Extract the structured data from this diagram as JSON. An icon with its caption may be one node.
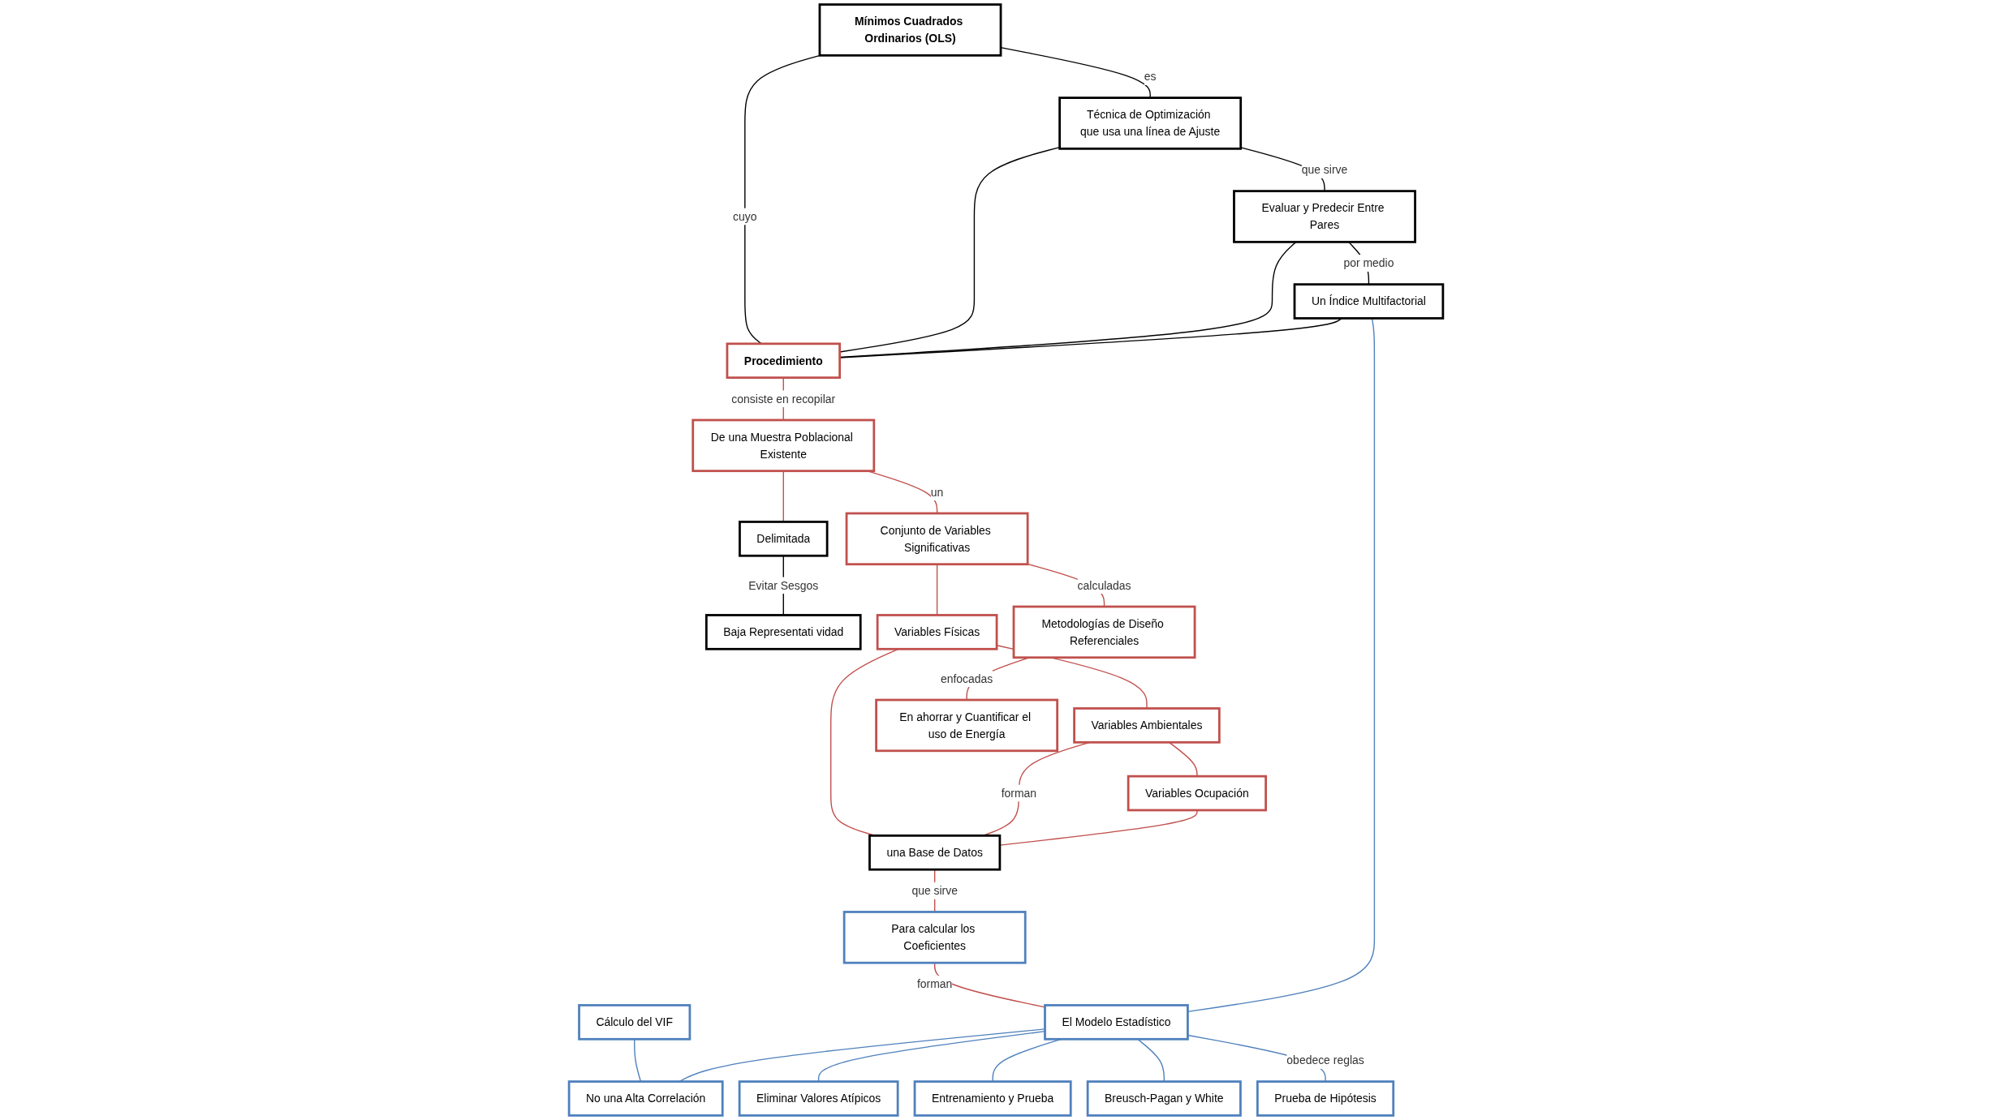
{
  "diagram": {
    "nodes": [
      {
        "text": [
          "Mínimos Cuadrados Ordinarios (OLS)"
        ]
      },
      {
        "text": [
          "Técnica de Optimización que usa una línea de Ajuste"
        ]
      },
      {
        "text": [
          "Evaluar y Predecir Entre Pares"
        ]
      },
      {
        "text": [
          "Un Índice Multifactorial"
        ]
      },
      {
        "text": [
          "Procedimiento"
        ]
      },
      {
        "text": [
          "De una Muestra Poblacional Existente"
        ]
      },
      {
        "text": [
          "Delimitada"
        ]
      },
      {
        "text": [
          "Baja Representati vidad"
        ]
      },
      {
        "text": [
          "Conjunto de Variables Significativas"
        ]
      },
      {
        "text": [
          "Variables Físicas"
        ]
      },
      {
        "text": [
          "Variables Ambientales"
        ]
      },
      {
        "text": [
          "Variables Ocupación"
        ]
      },
      {
        "text": [
          "Metodologías de Diseño Referenciales"
        ]
      },
      {
        "text": [
          "En ahorrar y Cuantificar el uso de Energía"
        ]
      },
      {
        "text": [
          "una Base de Datos"
        ]
      },
      {
        "text": [
          "Para calcular los Coeficientes"
        ]
      },
      {
        "text": [
          "El Modelo Estadístico"
        ]
      },
      {
        "text": [
          "Cálculo del VIF"
        ]
      },
      {
        "text": [
          "No una Alta Correlación"
        ]
      },
      {
        "text": [
          "Eliminar Valores Atípicos"
        ]
      },
      {
        "text": [
          "Entrenamiento y Prueba"
        ]
      },
      {
        "text": [
          "Breusch-Pagan y White"
        ]
      },
      {
        "text": [
          "Prueba de Hipótesis"
        ]
      }
    ],
    "edges": [
      {
        "from": 0,
        "to": 1,
        "arrow": "none",
        "label": "es",
        "color": "#000000"
      },
      {
        "from": 1,
        "to": 2,
        "arrow": "none",
        "label": "que sirve",
        "color": "#000000"
      },
      {
        "from": 2,
        "to": 3,
        "arrow": "none",
        "label": "por medio",
        "color": "#000000"
      },
      {
        "from": 0,
        "to": 4,
        "arrow": "none",
        "label": "cuyo",
        "color": "#000000"
      },
      {
        "from": 1,
        "to": 4,
        "arrow": "none",
        "color": "#000000"
      },
      {
        "from": 2,
        "to": 4,
        "arrow": "none",
        "color": "#000000"
      },
      {
        "from": 3,
        "to": 4,
        "arrow": "none",
        "color": "#000000"
      },
      {
        "from": 4,
        "to": 5,
        "arrow": "none",
        "label": "consiste en recopilar"
      },
      {
        "from": 5,
        "to": 6,
        "arrow": "none"
      },
      {
        "from": 6,
        "to": 7,
        "arrow": "none",
        "label": "Evitar Sesgos",
        "color": "#000000"
      },
      {
        "from": 5,
        "to": 8,
        "arrow": "none",
        "label": "un"
      },
      {
        "from": 8,
        "to": 9,
        "arrow": "none"
      },
      {
        "from": 9,
        "to": 10,
        "arrow": "none"
      },
      {
        "from": 10,
        "to": 11,
        "arrow": "none"
      },
      {
        "from": 8,
        "to": 12,
        "arrow": "none",
        "label": "calculadas"
      },
      {
        "from": 12,
        "to": 13,
        "arrow": "none",
        "label": "enfocadas"
      },
      {
        "from": 9,
        "to": 14,
        "arrow": "none"
      },
      {
        "from": 10,
        "to": 14,
        "arrow": "none",
        "label": "forman"
      },
      {
        "from": 11,
        "to": 14,
        "arrow": "none"
      },
      {
        "from": 14,
        "to": 15,
        "arrow": "none",
        "label": "que sirve"
      },
      {
        "from": 15,
        "to": 16,
        "arrow": "none",
        "label": "forman"
      },
      {
        "from": 3,
        "to": 16,
        "arrow": "none",
        "color": "#4f81bd"
      },
      {
        "from": 17,
        "to": 18,
        "arrow": "none",
        "color": "#4f81bd"
      },
      {
        "from": 16,
        "to": 18,
        "arrow": "none",
        "color": "#4f81bd"
      },
      {
        "from": 16,
        "to": 19,
        "arrow": "none",
        "color": "#4f81bd"
      },
      {
        "from": 16,
        "to": 20,
        "arrow": "none",
        "color": "#4f81bd"
      },
      {
        "from": 16,
        "to": 21,
        "arrow": "none",
        "color": "#4f81bd"
      },
      {
        "from": 16,
        "to": 22,
        "arrow": "none",
        "label": "obedece reglas",
        "color": "#4f81bd"
      }
    ]
  }
}
